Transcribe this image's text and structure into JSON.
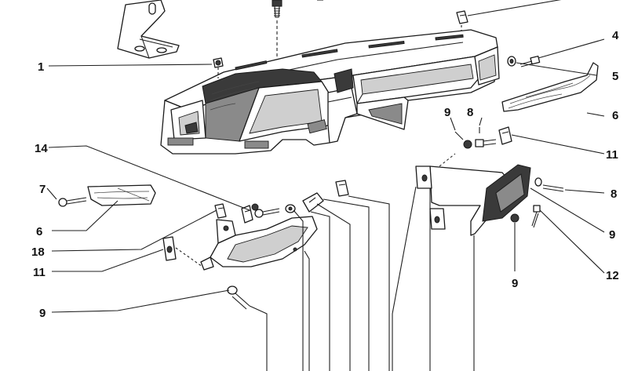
{
  "callouts": [
    {
      "id": "c1",
      "label": "1"
    },
    {
      "id": "c4",
      "label": "4"
    },
    {
      "id": "c5",
      "label": "5"
    },
    {
      "id": "c6r",
      "label": "6"
    },
    {
      "id": "c9a",
      "label": "9"
    },
    {
      "id": "c8a",
      "label": "8"
    },
    {
      "id": "c11r",
      "label": "11"
    },
    {
      "id": "c14",
      "label": "14"
    },
    {
      "id": "c7",
      "label": "7"
    },
    {
      "id": "c6l",
      "label": "6"
    },
    {
      "id": "c8b",
      "label": "8"
    },
    {
      "id": "c9b",
      "label": "9"
    },
    {
      "id": "c18",
      "label": "18"
    },
    {
      "id": "c11l",
      "label": "11"
    },
    {
      "id": "c12",
      "label": "12"
    },
    {
      "id": "c9c",
      "label": "9"
    },
    {
      "id": "c9d",
      "label": "9"
    }
  ],
  "colors": {
    "ink": "#1a1a1a",
    "paper": "#ffffff",
    "shade_dark": "#3a3a3a",
    "shade_mid": "#8a8a8a",
    "shade_light": "#cfcfcf"
  }
}
